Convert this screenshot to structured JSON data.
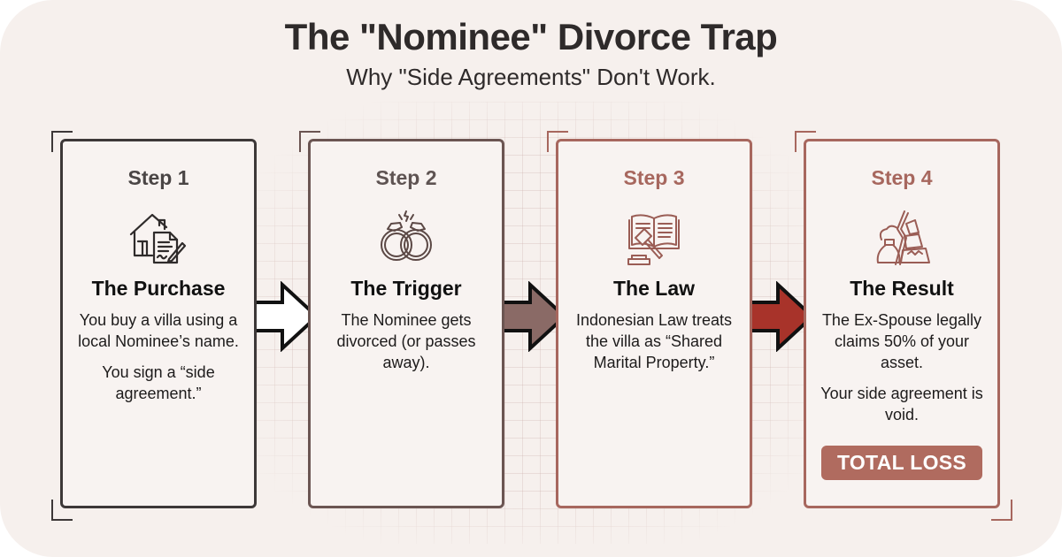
{
  "header": {
    "title": "The \"Nominee\" Divorce Trap",
    "subtitle": "Why \"Side Agreements\" Don't Work."
  },
  "colors": {
    "background": "#f6f0ed",
    "step1_border": "#3d3838",
    "step2_border": "#6b5552",
    "step3_border": "#a7675e",
    "step4_border": "#a7675e",
    "arrow1_fill": "#ffffff",
    "arrow2_fill": "#8a6a66",
    "arrow3_fill": "#a8332a",
    "badge": "#b06b5f"
  },
  "steps": [
    {
      "step_label": "Step 1",
      "icon": "house-document-icon",
      "heading": "The Purchase",
      "body": [
        "You buy a villa using a local Nominee’s name.",
        "You sign a “side agreement.”"
      ]
    },
    {
      "step_label": "Step 2",
      "icon": "broken-rings-icon",
      "heading": "The Trigger",
      "body": [
        "The Nominee gets divorced (or passes away)."
      ]
    },
    {
      "step_label": "Step 3",
      "icon": "law-book-gavel-icon",
      "heading": "The Law",
      "body": [
        "Indonesian Law treats the villa as “Shared Marital Property.”"
      ]
    },
    {
      "step_label": "Step 4",
      "icon": "split-assets-icon",
      "heading": "The Result",
      "body": [
        "The Ex-Spouse legally claims 50% of your asset.",
        "Your side agreement is void."
      ],
      "badge": "TOTAL LOSS"
    }
  ]
}
